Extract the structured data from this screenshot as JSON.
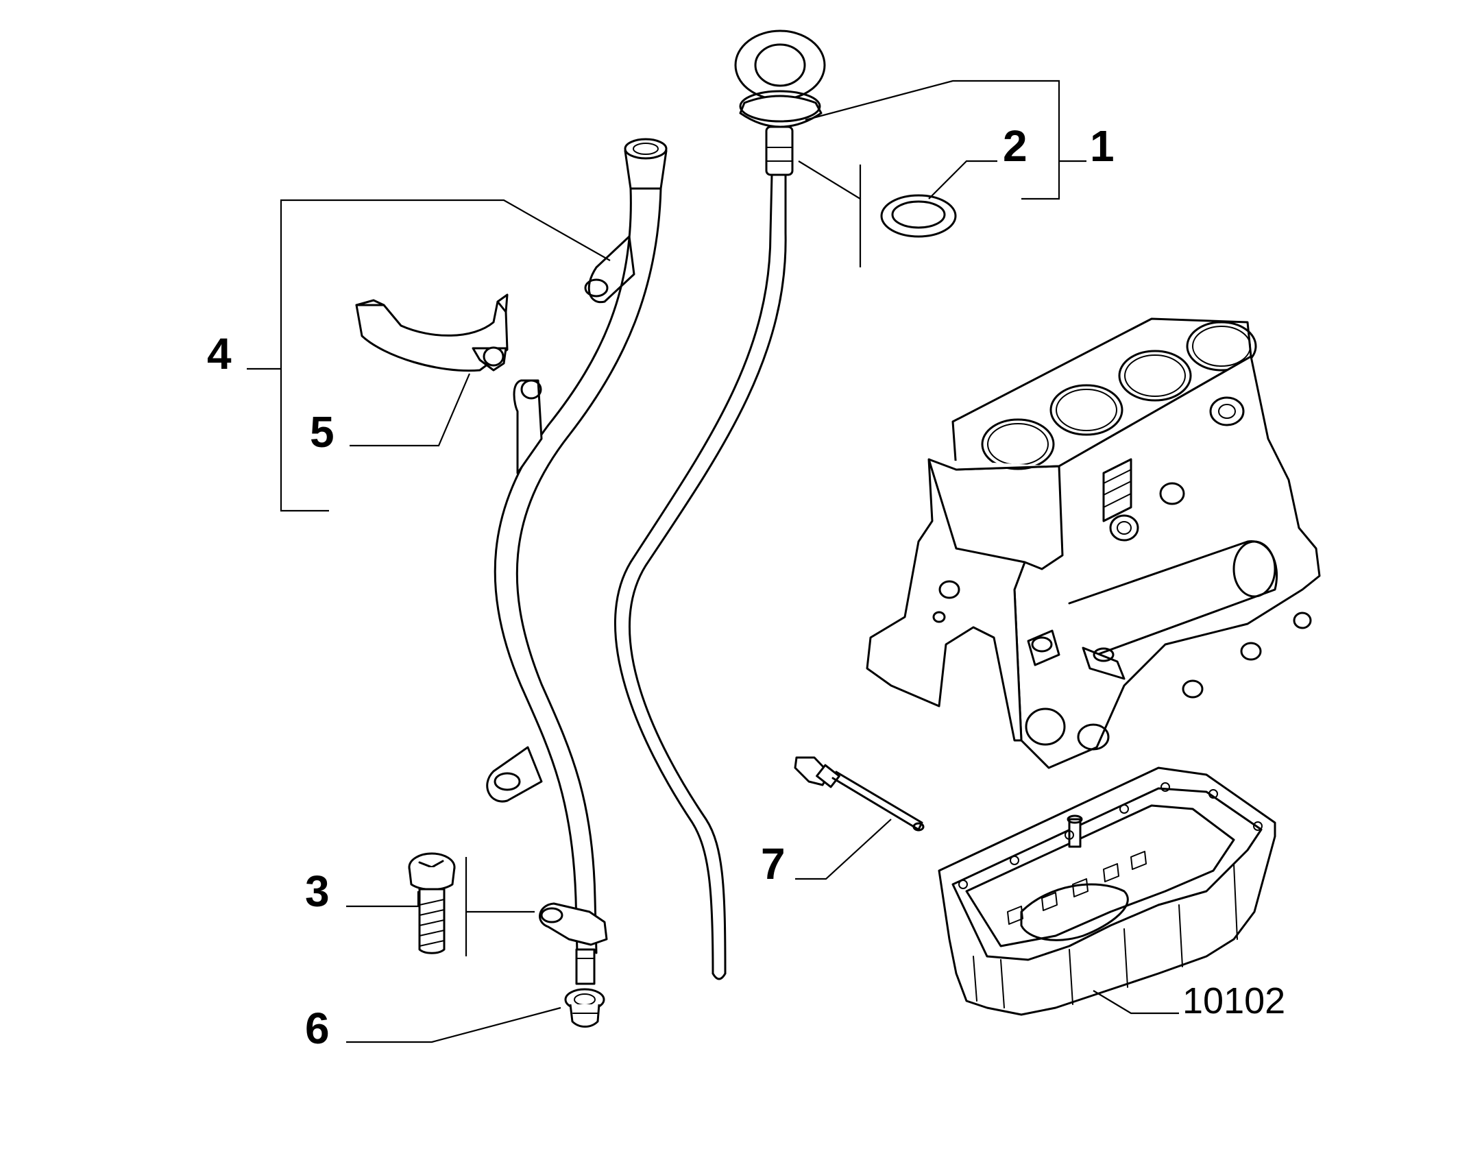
{
  "diagram": {
    "callouts": [
      {
        "id": "1",
        "text": "1"
      },
      {
        "id": "2",
        "text": "2"
      },
      {
        "id": "3",
        "text": "3"
      },
      {
        "id": "4",
        "text": "4"
      },
      {
        "id": "5",
        "text": "5"
      },
      {
        "id": "6",
        "text": "6"
      },
      {
        "id": "7",
        "text": "7"
      }
    ],
    "reference": "10102"
  }
}
